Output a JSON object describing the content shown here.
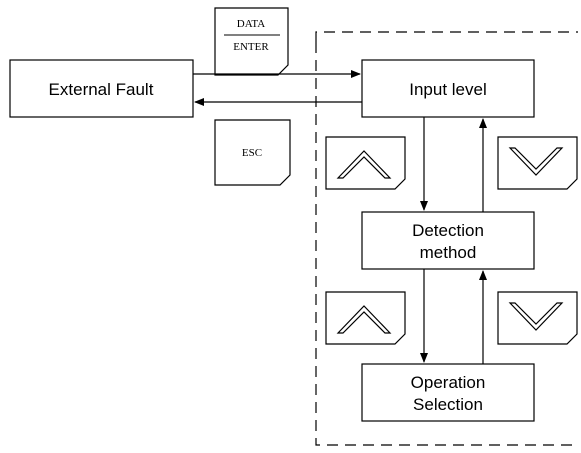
{
  "nodes": {
    "external_fault": "External Fault",
    "input_level": "Input level",
    "detection_method": [
      "Detection",
      "method"
    ],
    "operation_selection": [
      "Operation",
      "Selection"
    ]
  },
  "keys": {
    "data_enter": [
      "DATA",
      "ENTER"
    ],
    "esc": "ESC",
    "up": "up-arrow-icon",
    "down": "down-arrow-icon"
  },
  "colors": {
    "line": "#000000",
    "background": "#ffffff"
  }
}
